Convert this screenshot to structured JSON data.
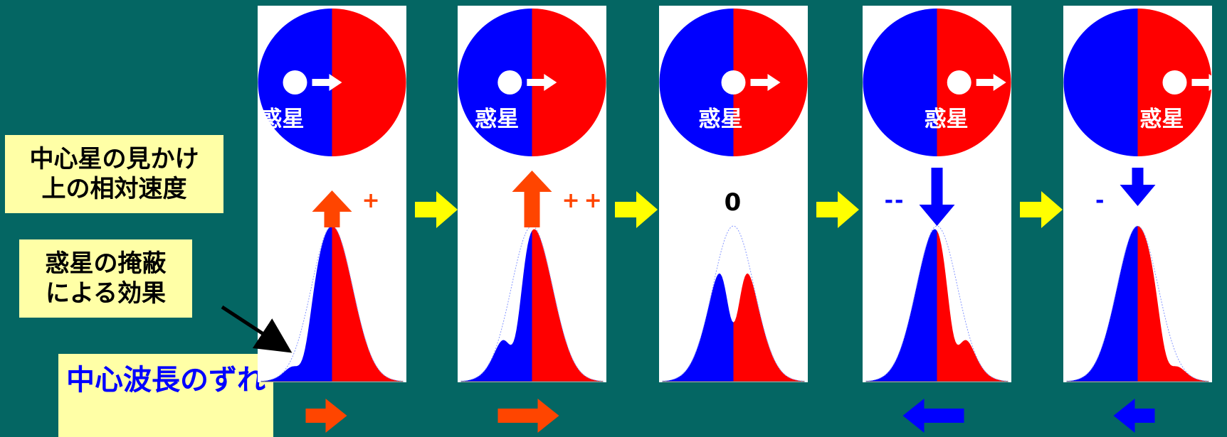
{
  "labels": {
    "velocity": {
      "line1": "中心星の見かけ",
      "line2": "上の相対速度"
    },
    "occultation": {
      "line1": "惑星の掩蔽",
      "line2": "による効果"
    },
    "shift": "中心波長のずれ"
  },
  "planet_label": "惑星",
  "panels": [
    {
      "planet_pos": 0.25,
      "velocity": 1,
      "velocity_text": "+",
      "shift": 1
    },
    {
      "planet_pos": 0.35,
      "velocity": 2,
      "velocity_text": "++",
      "shift": 2
    },
    {
      "planet_pos": 0.5,
      "velocity": 0,
      "velocity_text": "0",
      "shift": 0
    },
    {
      "planet_pos": 0.65,
      "velocity": -2,
      "velocity_text": "--",
      "shift": -2
    },
    {
      "planet_pos": 0.75,
      "velocity": -1,
      "velocity_text": "-",
      "shift": -1
    }
  ],
  "colors": {
    "background": "#046663",
    "blue": "#0000FF",
    "red": "#FF0000",
    "arrow_up": "#FF4500",
    "arrow_down": "#0000FF",
    "flow_arrow": "#FFFF00",
    "label_fill": "#FFFFA6",
    "shift_text": "#0000FF"
  }
}
